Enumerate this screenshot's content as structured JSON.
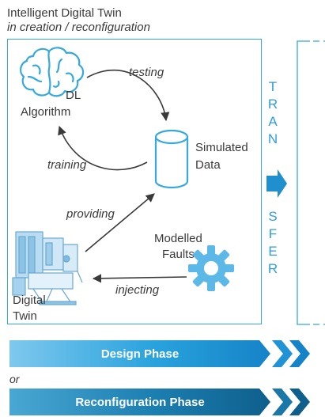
{
  "header": {
    "title": "Intelligent Digital Twin",
    "subtitle": "in creation / reconfiguration"
  },
  "nodes": {
    "dl_algorithm": {
      "line1": "DL",
      "line2": "Algorithm",
      "icon": "brain-icon"
    },
    "simulated_data": {
      "line1": "Simulated",
      "line2": "Data",
      "icon": "database-cylinder-icon"
    },
    "digital_twin": {
      "line1": "Digital",
      "line2": "Twin",
      "icon": "machine-icon"
    },
    "modelled_faults": {
      "line1": "Modelled",
      "line2": "Faults",
      "icon": "gear-icon"
    }
  },
  "edges": {
    "testing": "testing",
    "training": "training",
    "providing": "providing",
    "injecting": "injecting"
  },
  "transfer": {
    "letters": [
      "T",
      "R",
      "A",
      "N",
      "S",
      "F",
      "E",
      "R"
    ]
  },
  "phases": {
    "design": "Design Phase",
    "or": "or",
    "reconfiguration": "Reconfiguration Phase"
  },
  "colors": {
    "accent": "#35a8dc",
    "transfer_text": "#2f9ed8",
    "arrow": "#3a3a3a"
  }
}
